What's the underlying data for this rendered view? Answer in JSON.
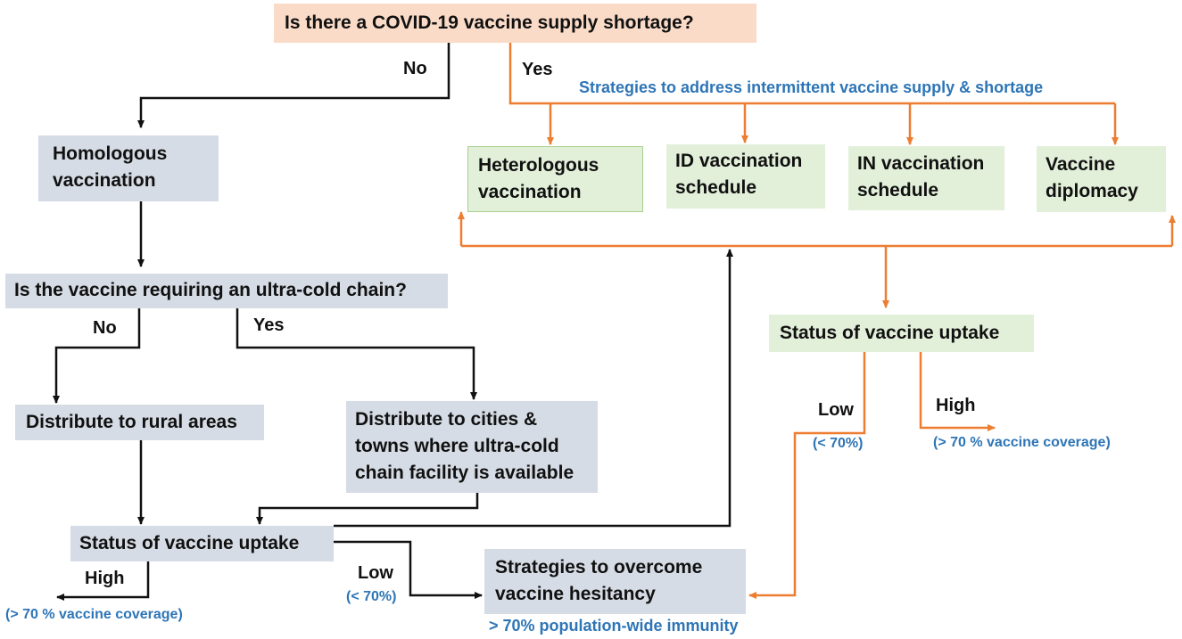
{
  "nodes": {
    "question_shortage": "Is there a COVID-19 vaccine supply shortage?",
    "homologous": "Homologous vaccination",
    "question_cold_chain": "Is the vaccine requiring an ultra-cold chain?",
    "rural": "Distribute to rural areas",
    "cities": "Distribute to cities & towns where ultra-cold chain facility is available",
    "uptake_left": "Status of vaccine uptake",
    "hesitancy": "Strategies to overcome vaccine hesitancy",
    "heterologous": "Heterologous vaccination",
    "id_schedule": "ID vaccination schedule",
    "in_schedule": "IN vaccination schedule",
    "diplomacy": "Vaccine diplomacy",
    "uptake_right": "Status of vaccine uptake"
  },
  "labels": {
    "no_shortage": "No",
    "yes_shortage": "Yes",
    "strategies_header": "Strategies to address intermittent vaccine supply & shortage",
    "no_cold": "No",
    "yes_cold": "Yes",
    "high_left": "High",
    "coverage_left": "(> 70 % vaccine coverage)",
    "low_left": "Low",
    "lt70_left": "(< 70%)",
    "immunity": "> 70% population-wide  immunity",
    "low_right": "Low",
    "lt70_right": "(< 70%)",
    "high_right": "High",
    "coverage_right": "(> 70 % vaccine coverage)"
  },
  "colors": {
    "orange_arrow": "#ed7d31",
    "black_arrow": "#111111",
    "blue_text": "#2e75b6",
    "pink_box": "#fadbc8",
    "gray_box": "#d6dce5",
    "green_box": "#e2efd9"
  }
}
